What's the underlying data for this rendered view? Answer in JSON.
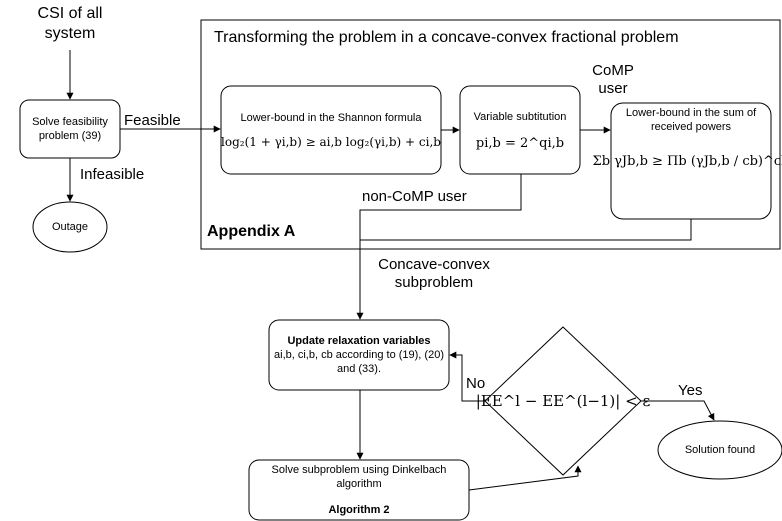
{
  "diagram": {
    "csi_label": "CSI of all system",
    "feasibility_box": "Solve feasibility problem (39)",
    "feasible_label": "Feasible",
    "infeasible_label": "Infeasible",
    "outage_label": "Outage",
    "transform_title": "Transforming the problem in a concave-convex fractional problem",
    "appendix_label": "Appendix A",
    "shannon_box": {
      "title": "Lower-bound in the Shannon formula",
      "formula": "log₂(1 + γi,b) ≥ ai,b log₂(γi,b) + ci,b"
    },
    "variable_box": {
      "title": "Variable subtitution",
      "formula": "pi,b = 2^qi,b"
    },
    "comp_user_label": "CoMP user",
    "noncomp_user_label": "non-CoMP user",
    "powers_box": {
      "title": "Lower-bound in the sum of received powers",
      "formula": "Σb γJb,b ≥ Πb (γJb,b / cb)^cb"
    },
    "concave_label": "Concave-convex subproblem",
    "update_box": {
      "title": "Update relaxation variables",
      "text": "ai,b, ci,b, cb according to (19), (20) and (33)."
    },
    "decision_formula": "|EE^l − EE^(l−1)| < ε",
    "no_label": "No",
    "yes_label": "Yes",
    "solution_label": "Solution found",
    "dinkelbach_box": {
      "text": "Solve subproblem using Dinkelbach algorithm",
      "algorithm": "Algorithm 2"
    }
  }
}
